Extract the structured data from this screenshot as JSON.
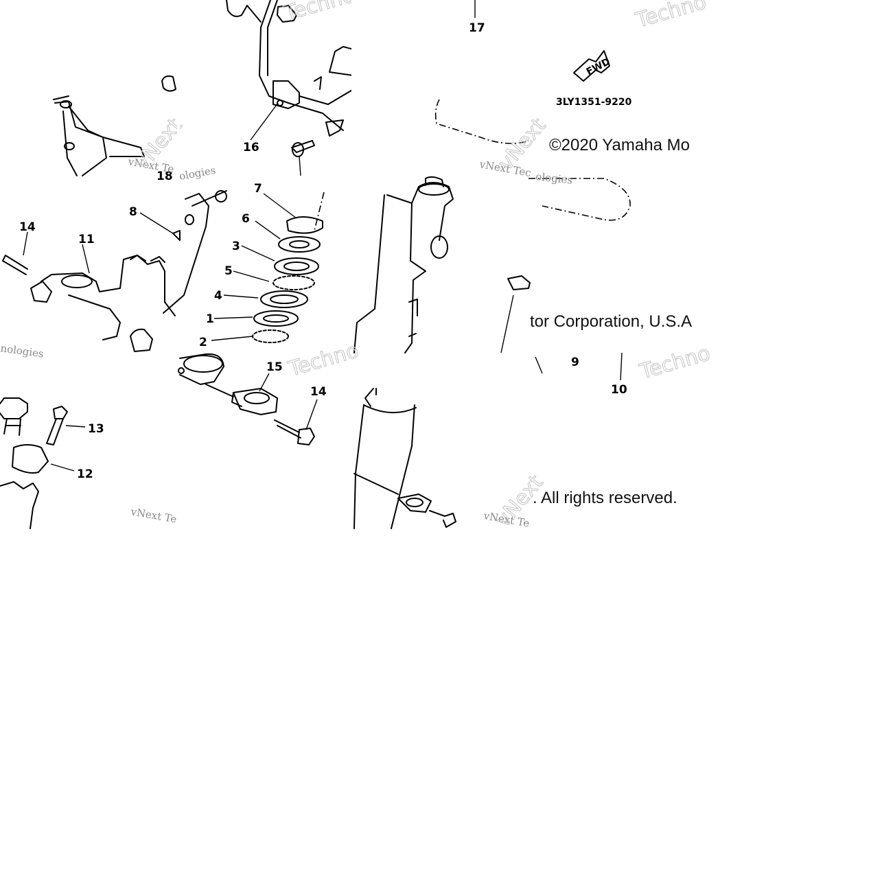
{
  "callouts": {
    "c1": "1",
    "c2": "2",
    "c3": "3",
    "c4": "4",
    "c5": "5",
    "c6": "6",
    "c7": "7",
    "c8": "8",
    "c9": "9",
    "c10": "10",
    "c11": "11",
    "c12": "12",
    "c13": "13",
    "c14a": "14",
    "c14b": "14",
    "c15": "15",
    "c16": "16",
    "c17": "17",
    "c18": "18"
  },
  "fwd_label": "FWD",
  "part_number": "3LY1351-9220",
  "copyright": {
    "line1": "©2020 Yamaha Mo",
    "line2": "tor Corporation, U.S.A",
    "line3": ". All rights reserved."
  },
  "watermarks": {
    "small": "vNext Te",
    "small2": "vNext Tec",
    "technologies": "ologies",
    "technologies2": "nologies",
    "techno": "Techno",
    "vnext": "vNext"
  },
  "colors": {
    "line": "#000000",
    "watermark": "#c8c8c8",
    "background": "#ffffff"
  }
}
